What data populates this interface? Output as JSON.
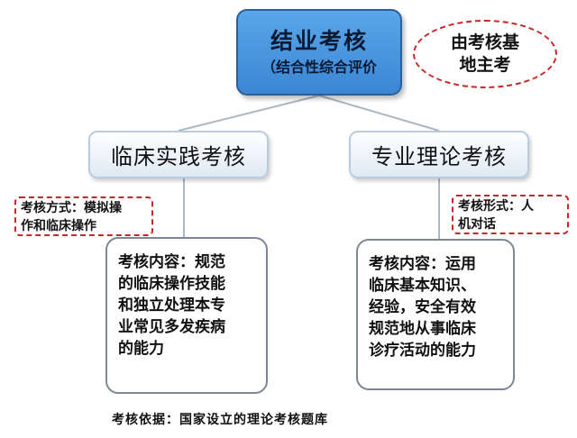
{
  "root": {
    "title": "结业考核",
    "subtitle": "（结合性综合评价"
  },
  "root_note": "由考核基\n地主考",
  "branches": {
    "left": {
      "label": "临床实践考核",
      "note": "考核方式：模拟操\n作和临床操作",
      "content": "考核内容：规范\n的临床操作技能\n和独立处理本专\n业常见多发疾病\n的能力"
    },
    "right": {
      "label": "专业理论考核",
      "note": "考核形式：人\n机对话",
      "content": "考核内容：运用\n临床基本知识、\n经验，安全有效\n规范地从事临床\n诊疗活动的能力"
    }
  },
  "footer": "考核依据：国家设立的理论考核题库",
  "colors": {
    "root_fill": "#4a97e0",
    "dashed_border": "#c62828",
    "connector": "#aab7c4"
  }
}
